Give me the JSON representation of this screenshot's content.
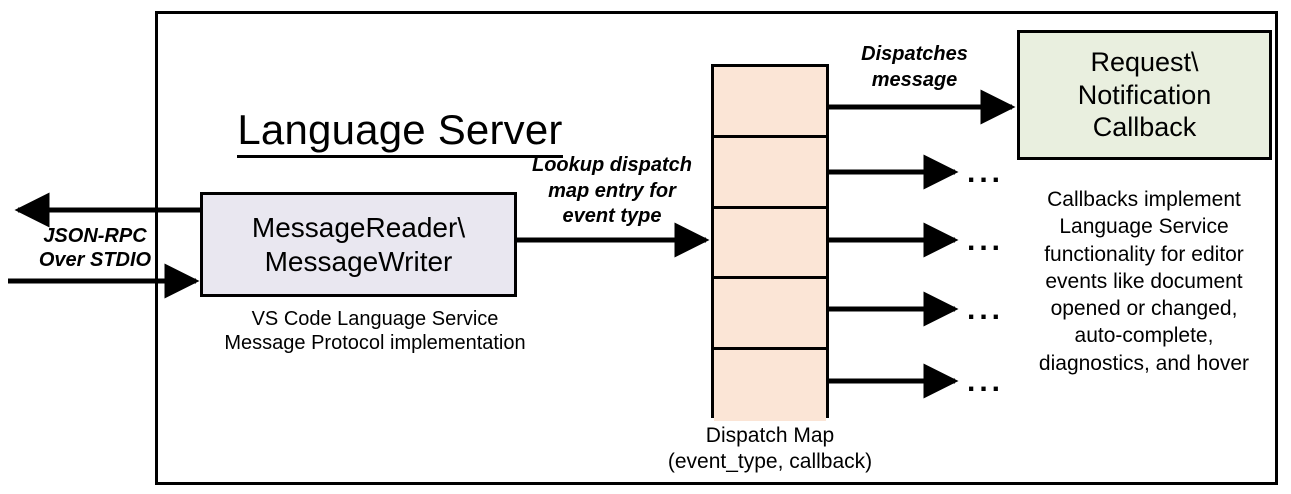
{
  "diagram": {
    "outer": {
      "title": "Language Server"
    },
    "left_channel": {
      "label": "JSON-RPC\nOver STDIO",
      "outbound_arrow_name": "outbound-jsonrpc-arrow",
      "inbound_arrow_name": "inbound-jsonrpc-arrow"
    },
    "message_box": {
      "label": "MessageReader\\\nMessageWriter",
      "caption": "VS Code Language Service\nMessage Protocol implementation",
      "fill": "#e9e7f0",
      "stroke": "#000000"
    },
    "lookup_arrow": {
      "label": "Lookup dispatch\nmap entry for\nevent type"
    },
    "dispatch_map": {
      "caption": "Dispatch Map\n(event_type, callback)",
      "fill": "#fbe5d6",
      "stroke": "#000000",
      "cells": [
        {
          "name": "dispatch-map-cell-1",
          "dot": true
        },
        {
          "name": "dispatch-map-cell-2",
          "dot": true
        },
        {
          "name": "dispatch-map-cell-3",
          "dot": true
        },
        {
          "name": "dispatch-map-cell-4",
          "dot": true
        },
        {
          "name": "dispatch-map-cell-5",
          "dot": true
        }
      ]
    },
    "dispatch_arrow": {
      "label": "Dispatches\nmessage"
    },
    "callback_box": {
      "label": "Request\\\nNotification\nCallback",
      "caption": "Callbacks implement\nLanguage Service\nfunctionality for editor\nevents like document\nopened or changed,\nauto-complete,\ndiagnostics, and hover",
      "fill": "#e9efdf",
      "stroke": "#000000"
    },
    "ellipses": [
      {
        "name": "ellipsis-row-2",
        "text": "..."
      },
      {
        "name": "ellipsis-row-3",
        "text": "..."
      },
      {
        "name": "ellipsis-row-4",
        "text": "..."
      },
      {
        "name": "ellipsis-row-5",
        "text": "..."
      }
    ]
  }
}
